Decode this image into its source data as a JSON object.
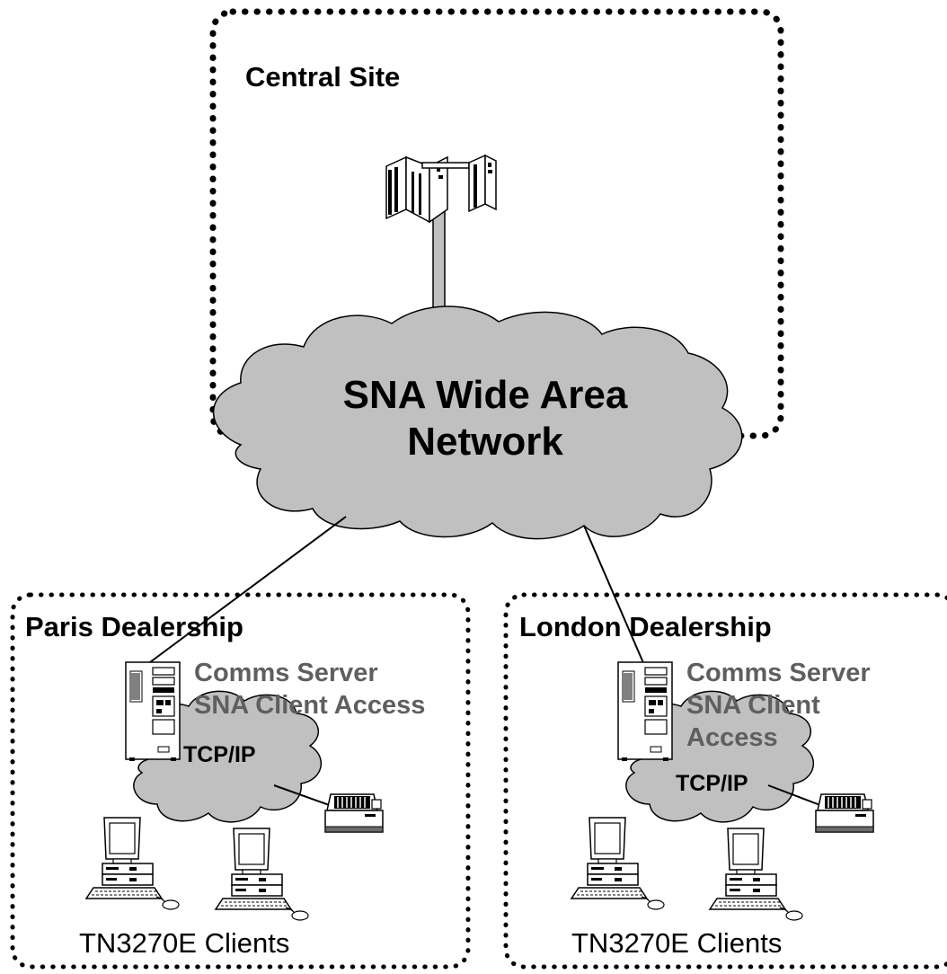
{
  "central_site": {
    "title": "Central Site",
    "wan_line1": "SNA Wide Area",
    "wan_line2": "Network"
  },
  "sites": [
    {
      "title": "Paris Dealership",
      "server_line1": "Comms Server",
      "server_line2": "SNA Client Access",
      "server_line3": "",
      "lan_label": "TCP/IP",
      "clients_label": "TN3270E Clients"
    },
    {
      "title": "London Dealership",
      "server_line1": "Comms Server",
      "server_line2": "SNA Client",
      "server_line3": "Access",
      "lan_label": "TCP/IP",
      "clients_label": "TN3270E Clients"
    }
  ],
  "colors": {
    "cloud_fill": "#c0c0c0",
    "server_label": "#5f5f5f",
    "outline": "#000000"
  }
}
